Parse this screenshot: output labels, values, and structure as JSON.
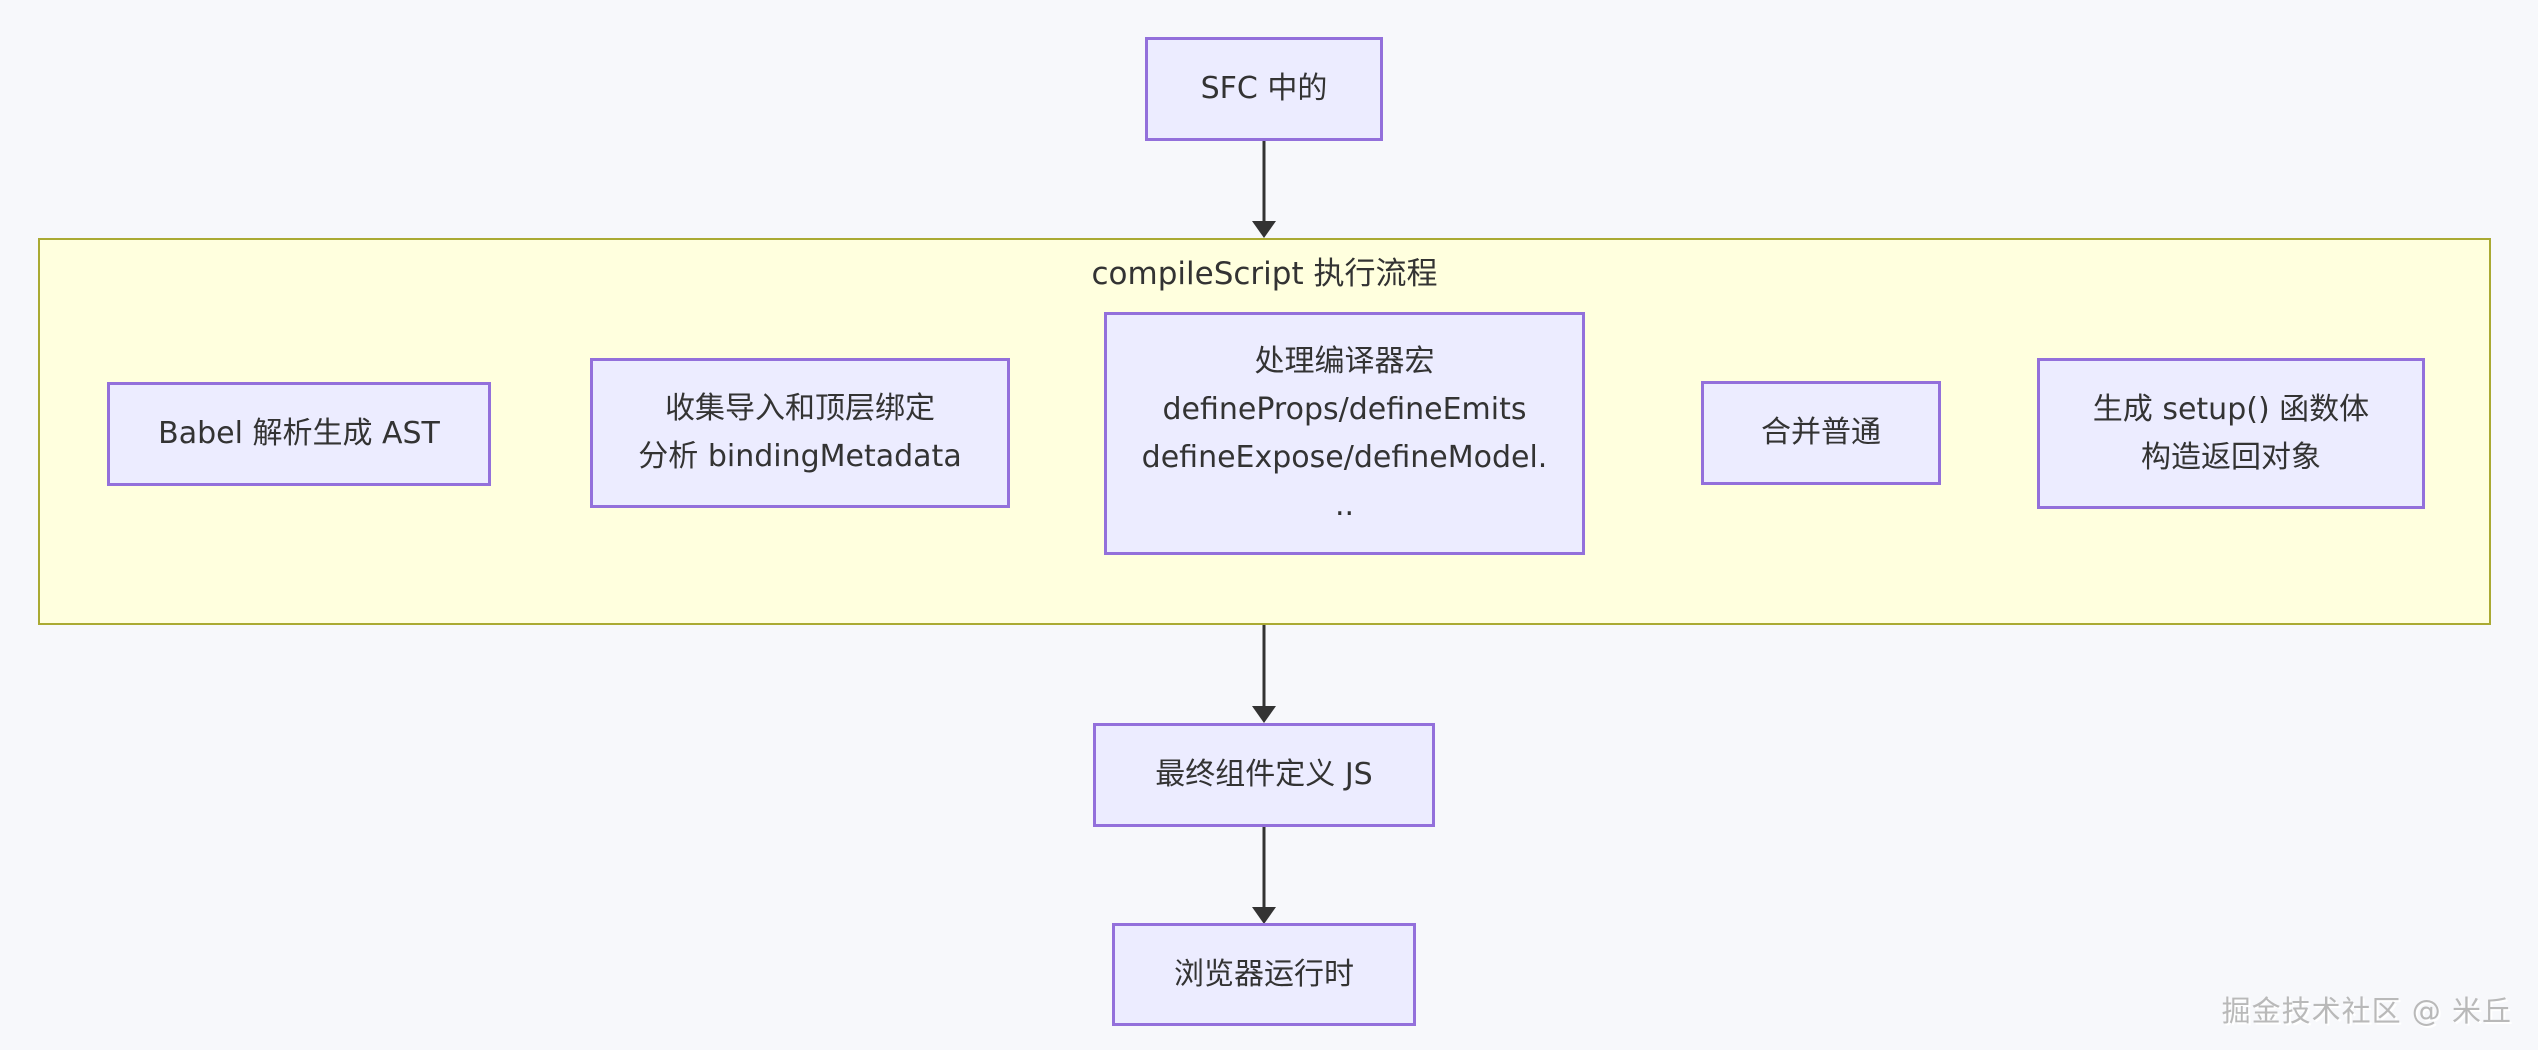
{
  "diagram": {
    "colors": {
      "bg": "#f7f8fb",
      "node_fill": "#ECECFF",
      "node_border": "#9370DB",
      "container_fill": "#ffffde",
      "container_border": "#aaaa33",
      "arrow": "#333333",
      "text": "#333333",
      "watermark": "#b9b9b9"
    },
    "nodes": {
      "sfc": {
        "label": "SFC 中的"
      },
      "final_js": {
        "label": "最终组件定义 JS"
      },
      "browser_runtime": {
        "label": "浏览器运行时"
      }
    },
    "container": {
      "title": "compileScript 执行流程",
      "steps": [
        {
          "lines": [
            "Babel 解析生成 AST"
          ]
        },
        {
          "lines": [
            "收集导入和顶层绑定",
            "分析 bindingMetadata"
          ]
        },
        {
          "lines": [
            "处理编译器宏",
            "defineProps/defineEmits",
            "defineExpose/defineModel.",
            ".."
          ]
        },
        {
          "lines": [
            "合并普通"
          ]
        },
        {
          "lines": [
            "生成 setup() 函数体",
            "构造返回对象"
          ]
        }
      ]
    },
    "watermark": "掘金技术社区 @ 米丘"
  }
}
